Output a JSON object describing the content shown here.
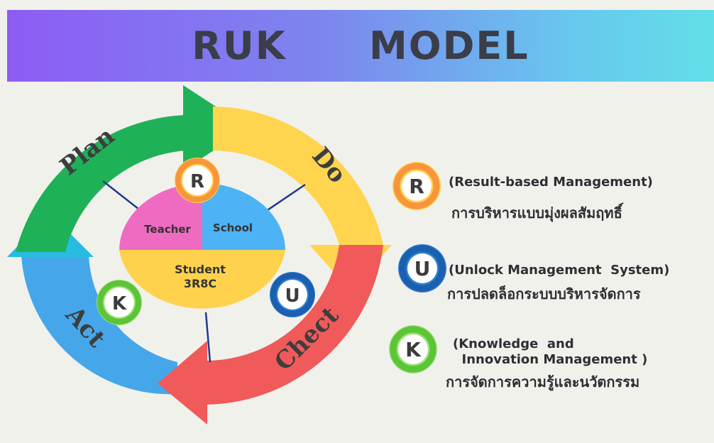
{
  "title": "RUK   MODEL",
  "cycle": {
    "plan": "Plan",
    "do": "Do",
    "check": "Chect",
    "act": "Act"
  },
  "center": {
    "teacher": "Teacher",
    "school": "School",
    "student": "Student",
    "student_code": "3R8C"
  },
  "badges": {
    "r": "R",
    "u": "U",
    "k": "K"
  },
  "legend": [
    {
      "letter": "R",
      "english": "(Result-based Management)",
      "thai": "การบริหารแบบมุ่งผลสัมฤทธิ์"
    },
    {
      "letter": "U",
      "english": "(Unlock Management  System)",
      "thai": "การปลดล็อกระบบบริหารจัดการ"
    },
    {
      "letter": "K",
      "english": "(Knowledge  and\n  Innovation Management )",
      "thai": "การจัดการความรู้และนวัตกรรม"
    }
  ],
  "colors": {
    "plan": "#1fb158",
    "do": "#ffd54f",
    "check": "#f05a5a",
    "act": "#45a7ea",
    "teacher": "#ef6bc2",
    "school": "#4db3f5",
    "student": "#ffd24d",
    "ring_r": "#f7953c",
    "ring_u": "#1c6fc2",
    "ring_k": "#6ccf3c"
  }
}
